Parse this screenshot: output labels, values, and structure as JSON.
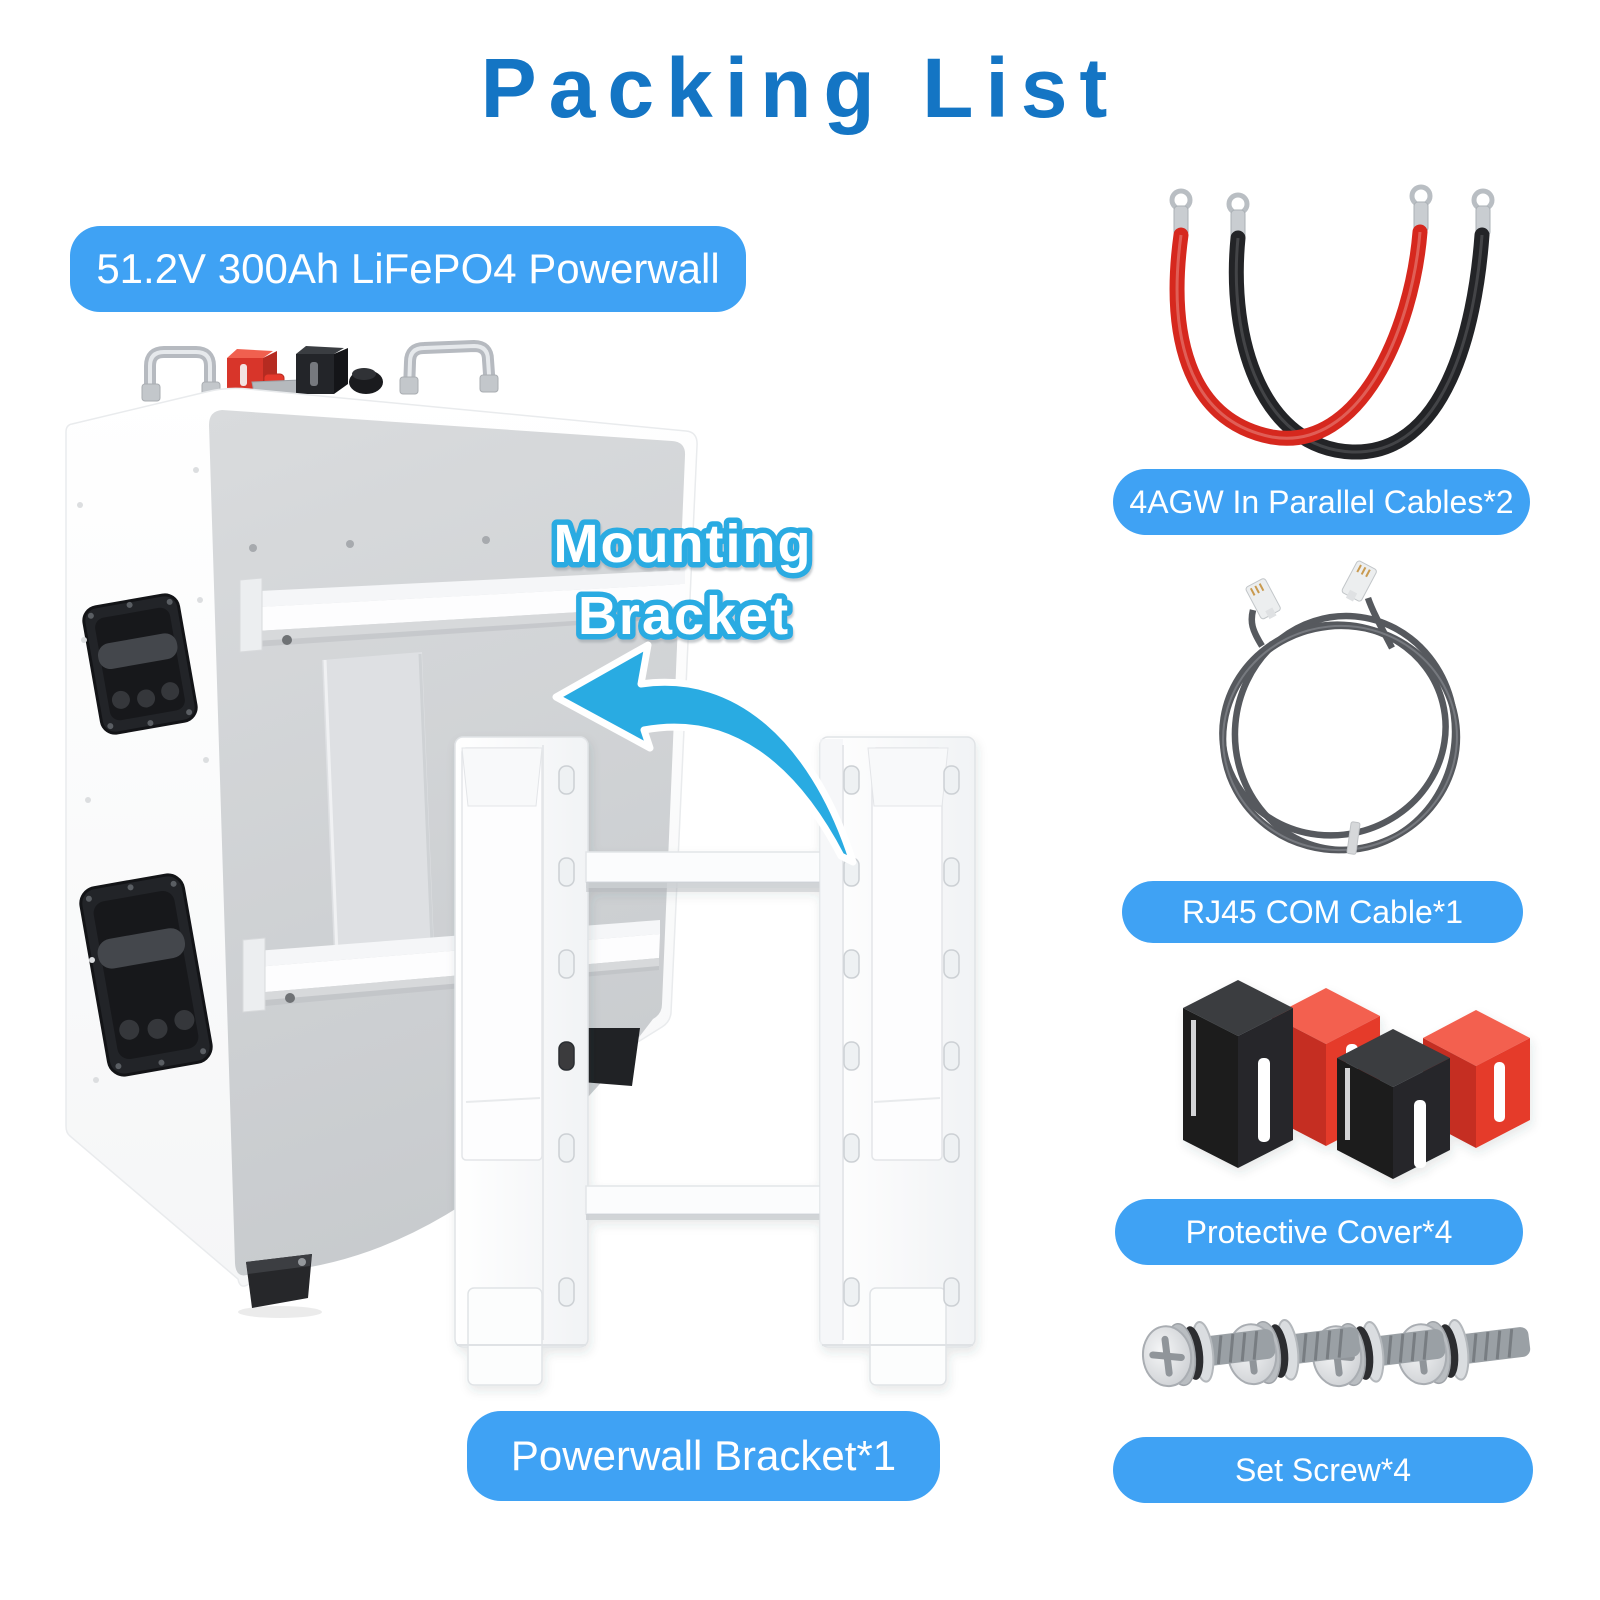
{
  "title": "Packing List",
  "colors": {
    "title_blue": "#1475C4",
    "pill_blue": "#3FA2F4",
    "annotation_cyan": "#29ABE2",
    "arrow_cyan": "#29ABE2",
    "cable_red": "#D6281E",
    "cable_black": "#232427"
  },
  "battery": {
    "label": "51.2V 300Ah LiFePO4 Powerwall"
  },
  "bracket": {
    "annotation": [
      "Mounting",
      "Bracket"
    ],
    "label": "Powerwall Bracket*1"
  },
  "accessories": [
    {
      "id": "parallel-cables",
      "label": "4AGW In Parallel Cables*2"
    },
    {
      "id": "rj45-com-cable",
      "label": "RJ45 COM Cable*1"
    },
    {
      "id": "protective-covers",
      "label": "Protective Cover*4"
    },
    {
      "id": "set-screws",
      "label": "Set Screw*4"
    }
  ]
}
